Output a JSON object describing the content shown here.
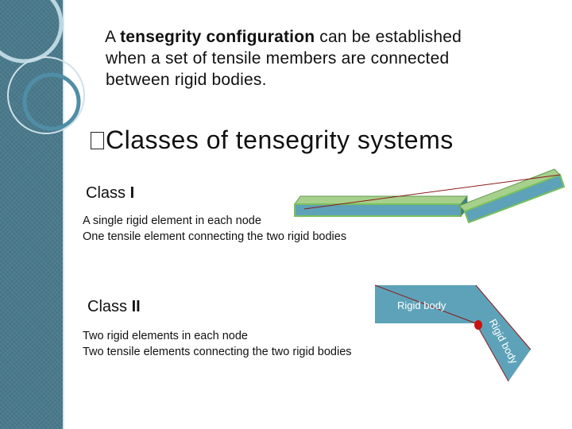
{
  "intro": {
    "line1_prefix": "A ",
    "line1_bold": "tensegrity configuration",
    "line1_suffix": " can be established",
    "line2": "when a set of tensile members are connected",
    "line3": "between rigid bodies."
  },
  "heading": {
    "bullet_icon": "square-bullet-icon",
    "text": "Classes of tensegrity systems"
  },
  "class1": {
    "label_prefix": "Class ",
    "label_numeral": "I",
    "lines": [
      "A single rigid element in each node",
      "One tensile element connecting the two rigid bodies"
    ]
  },
  "class2": {
    "label_prefix": "Class ",
    "label_numeral": "II",
    "lines": [
      "Two rigid elements in each node",
      "Two tensile elements connecting the two rigid bodies"
    ],
    "rigid_body_label": "Rigid body",
    "rigid_body_rotated_label": "Rigid body"
  },
  "colors": {
    "sidebar": "#4a7a8c",
    "rigid_body_fill": "#5da2b8",
    "rigid_body_border": "#89c66a",
    "tensile_line": "#8b1a1a",
    "node": "#cc1111"
  }
}
